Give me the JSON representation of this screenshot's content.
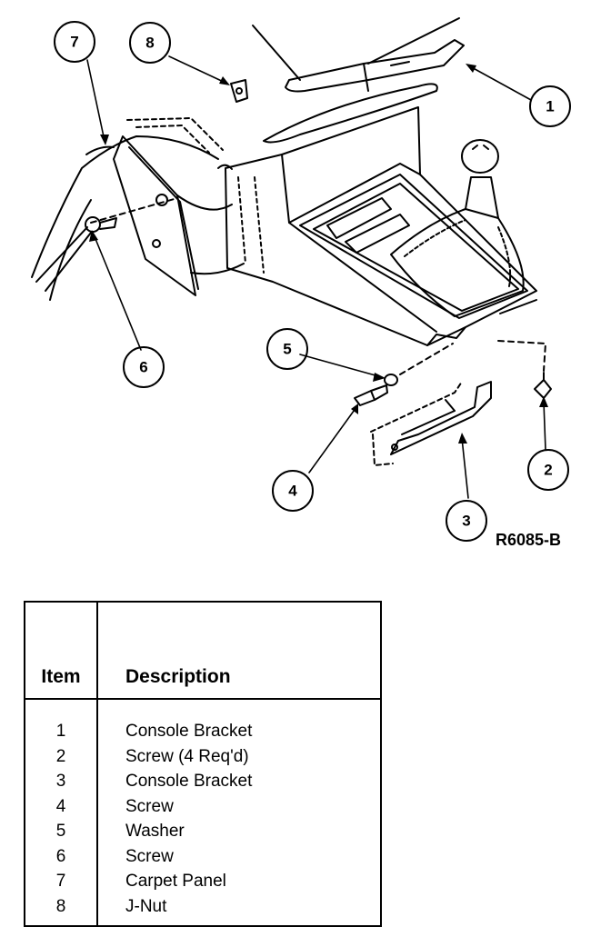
{
  "diagram": {
    "figure_code": "R6085-B",
    "callouts": [
      "1",
      "2",
      "3",
      "4",
      "5",
      "6",
      "7",
      "8"
    ]
  },
  "table": {
    "headers": {
      "item": "Item",
      "description": "Description"
    },
    "rows": [
      {
        "item": "1",
        "description": "Console Bracket"
      },
      {
        "item": "2",
        "description": "Screw (4 Req'd)"
      },
      {
        "item": "3",
        "description": "Console Bracket"
      },
      {
        "item": "4",
        "description": "Screw"
      },
      {
        "item": "5",
        "description": "Washer"
      },
      {
        "item": "6",
        "description": "Screw"
      },
      {
        "item": "7",
        "description": "Carpet Panel"
      },
      {
        "item": "8",
        "description": "J-Nut"
      }
    ]
  }
}
